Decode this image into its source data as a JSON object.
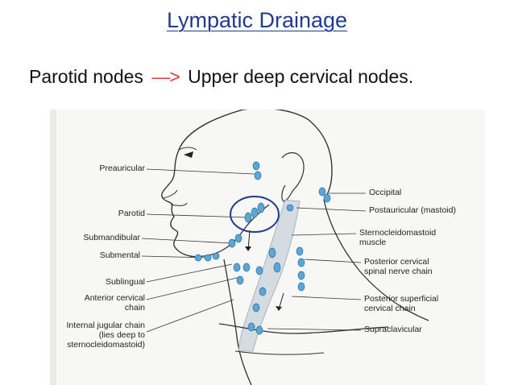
{
  "title": "Lympatic Drainage",
  "route": {
    "from": "Parotid nodes",
    "arrow": "—>",
    "to": "Upper deep cervical nodes."
  },
  "colors": {
    "title": "#1f3a93",
    "arrow": "#e53935",
    "node_fill": "#5aa6d6",
    "highlight_circle": "#1f3a93"
  },
  "labels": {
    "preauricular": "Preauricular",
    "parotid": "Parotid",
    "submandibular": "Submandibular",
    "submental": "Submental",
    "sublingual": "Sublingual",
    "anterior_cervical": "Anterior cervical chain",
    "internal_jugular": "Internal jugular chain (lies deep to sternocleidomastoid)",
    "occipital": "Occipital",
    "postauricular": "Postauricular (mastoid)",
    "sternocleidomastoid": "Sternocleidomastoid muscle",
    "posterior_cervical": "Posterior cervical spinal nerve chain",
    "posterior_superficial": "Posterior superficial cervical chain",
    "supraclavicular": "Supraclavicular"
  }
}
